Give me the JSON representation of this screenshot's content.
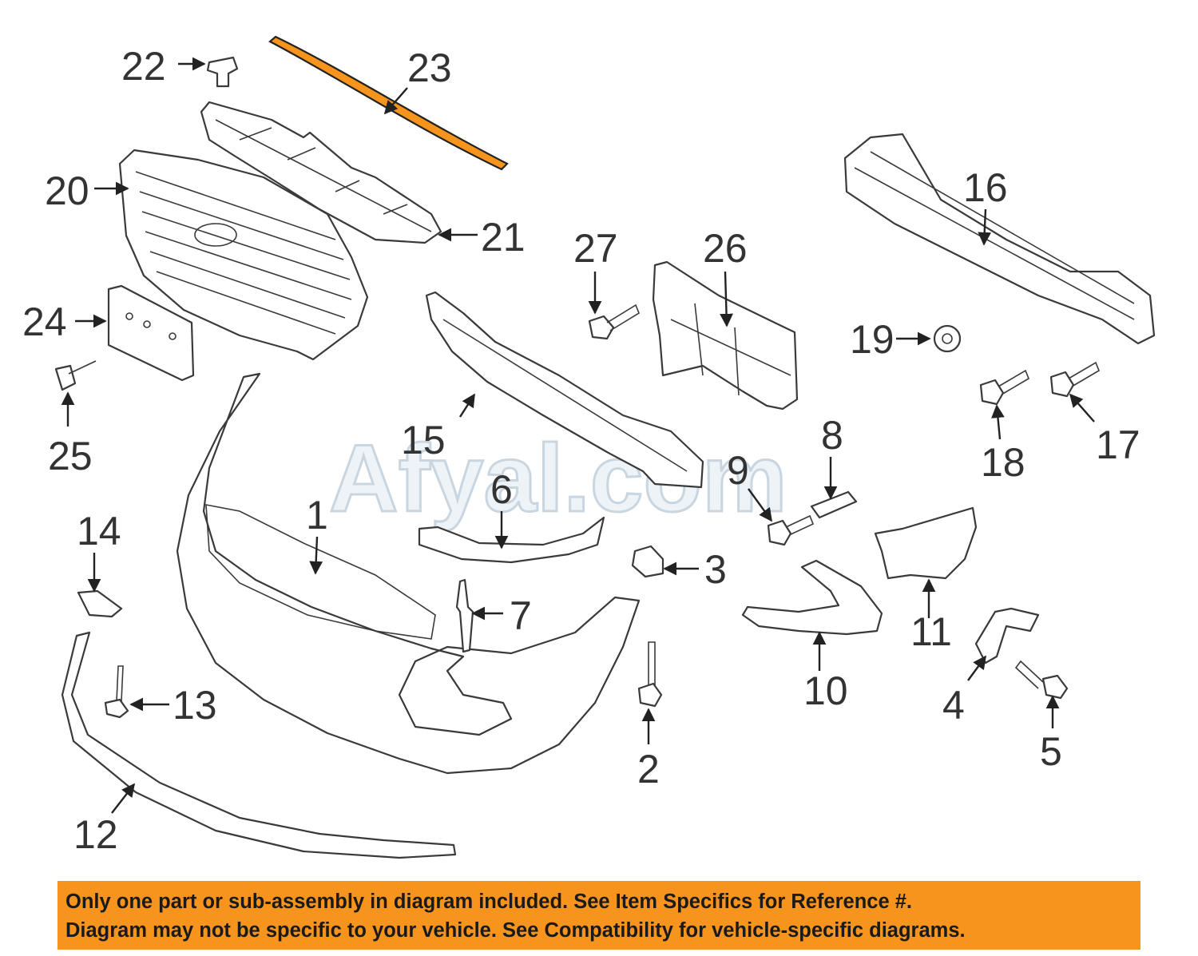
{
  "watermark": "Afyal.com",
  "highlight_color": "#f7941d",
  "callouts": [
    {
      "id": "1",
      "label": "1"
    },
    {
      "id": "2",
      "label": "2"
    },
    {
      "id": "3",
      "label": "3"
    },
    {
      "id": "4",
      "label": "4"
    },
    {
      "id": "5",
      "label": "5"
    },
    {
      "id": "6",
      "label": "6"
    },
    {
      "id": "7",
      "label": "7"
    },
    {
      "id": "8",
      "label": "8"
    },
    {
      "id": "9",
      "label": "9"
    },
    {
      "id": "10",
      "label": "10"
    },
    {
      "id": "11",
      "label": "11"
    },
    {
      "id": "12",
      "label": "12"
    },
    {
      "id": "13",
      "label": "13"
    },
    {
      "id": "14",
      "label": "14"
    },
    {
      "id": "15",
      "label": "15"
    },
    {
      "id": "16",
      "label": "16"
    },
    {
      "id": "17",
      "label": "17"
    },
    {
      "id": "18",
      "label": "18"
    },
    {
      "id": "19",
      "label": "19"
    },
    {
      "id": "20",
      "label": "20"
    },
    {
      "id": "21",
      "label": "21"
    },
    {
      "id": "22",
      "label": "22"
    },
    {
      "id": "23",
      "label": "23",
      "highlighted": true
    },
    {
      "id": "24",
      "label": "24"
    },
    {
      "id": "25",
      "label": "25"
    },
    {
      "id": "26",
      "label": "26"
    },
    {
      "id": "27",
      "label": "27"
    }
  ],
  "notice": {
    "line1": "Only one part or sub-assembly in diagram included. See Item Specifics for Reference #.",
    "line2": "Diagram may not be specific to your vehicle. See Compatibility for vehicle-specific diagrams."
  }
}
